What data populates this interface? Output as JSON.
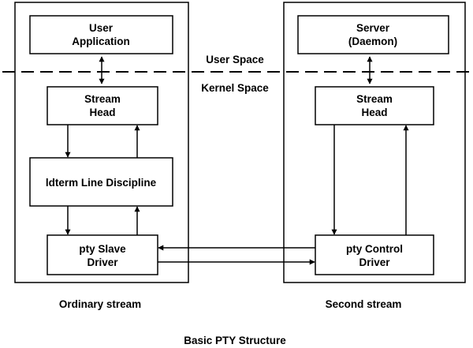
{
  "diagram": {
    "title": "Basic PTY Structure",
    "user_space_label": "User Space",
    "kernel_space_label": "Kernel Space",
    "left_stream": {
      "caption": "Ordinary stream",
      "user_app": {
        "line1": "User",
        "line2": "Application"
      },
      "stream_head": {
        "line1": "Stream",
        "line2": "Head"
      },
      "line_discipline": {
        "line1": "ldterm Line Discipline"
      },
      "slave_driver": {
        "line1": "pty Slave",
        "line2": "Driver"
      }
    },
    "right_stream": {
      "caption": "Second stream",
      "server": {
        "line1": "Server",
        "line2": "(Daemon)"
      },
      "stream_head": {
        "line1": "Stream",
        "line2": "Head"
      },
      "control_driver": {
        "line1": "pty Control",
        "line2": "Driver"
      }
    }
  }
}
